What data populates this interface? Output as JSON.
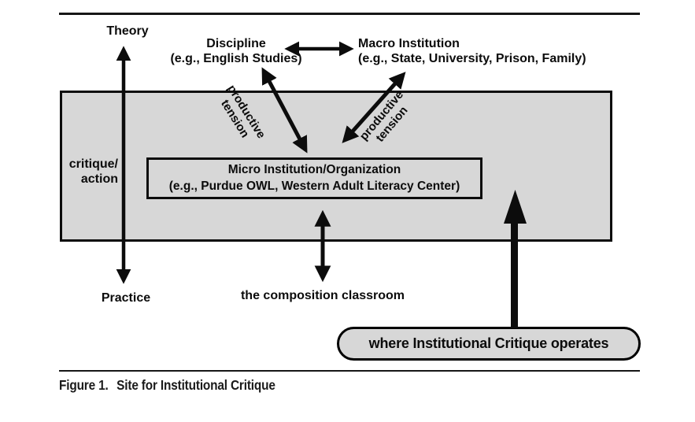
{
  "diagram": {
    "theory_label": "Theory",
    "practice_label": "Practice",
    "critique_action_label": "critique/\naction",
    "discipline": {
      "title": "Discipline",
      "example": "(e.g., English Studies)"
    },
    "macro_institution": {
      "title": "Macro Institution",
      "example": "(e.g., State, University, Prison, Family)"
    },
    "micro_institution": {
      "title": "Micro Institution/Organization",
      "example": "(e.g., Purdue OWL, Western Adult Literacy Center)"
    },
    "productive_tension_left": "productive\ntension",
    "productive_tension_right": "productive\ntension",
    "composition_classroom_label": "the composition classroom",
    "operates_label": "where Institutional Critique operates",
    "colors": {
      "band_fill": "#d7d7d7",
      "ink": "#0c0c0c",
      "background": "#ffffff"
    }
  },
  "caption": {
    "label": "Figure 1.",
    "text": "Site for Institutional Critique"
  }
}
